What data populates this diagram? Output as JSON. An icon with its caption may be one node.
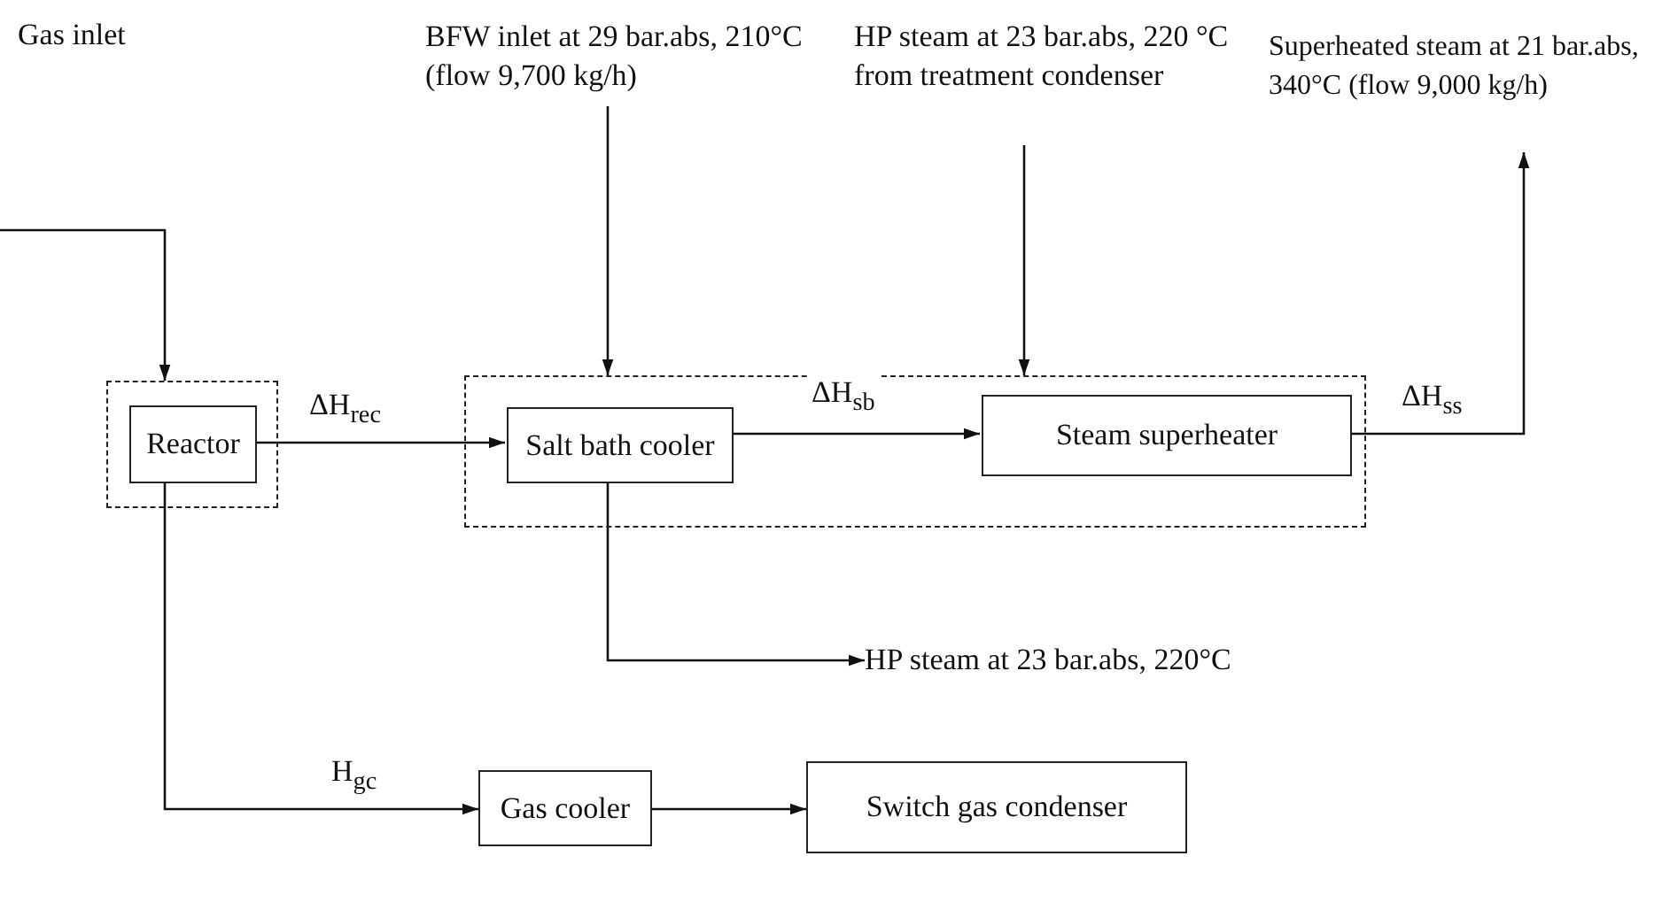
{
  "diagram": {
    "nodes": [
      {
        "text": [
          "BFW inlet at 29 bar.abs, 210°C (flow 9,700 kg/h)"
        ]
      },
      {
        "text": [
          "HP steam at 23 bar.abs, 220 °C from treatment condenser"
        ]
      },
      {
        "text": [
          "Superheated steam at 21 bar.abs, 340°C (flow 9,000 kg/h)"
        ]
      },
      {
        "text": [],
        "shape": "box"
      },
      {
        "text": [
          "Reactor"
        ],
        "in": 3
      },
      {
        "text": [],
        "shape": "box"
      },
      {
        "text": [
          "Salt bath cooler"
        ],
        "in": 5
      },
      {
        "text": [
          "Steam superheater"
        ],
        "in": 5
      },
      {
        "text": [
          "HP steam at 23 bar.abs, 220°C"
        ]
      },
      {
        "text": [
          "Gas cooler"
        ]
      },
      {
        "text": [
          "Switch gas condenser"
        ]
      }
    ],
    "edges": [
      {
        "from": null,
        "to": 3,
        "arrow": "to"
      },
      {
        "from": 0,
        "to": 5,
        "arrow": "to"
      },
      {
        "from": 1,
        "to": 5,
        "arrow": "to"
      },
      {
        "from": 7,
        "to": 2,
        "arrow": "to",
        "label": "ΔH$_{ss}$"
      },
      {
        "from": 4,
        "to": 6,
        "arrow": "to",
        "label": "ΔH$_{rec}$"
      },
      {
        "from": 6,
        "to": 7,
        "arrow": "to",
        "label": "ΔH$_{sb}$"
      },
      {
        "from": 6,
        "to": 8,
        "arrow": "to"
      },
      {
        "from": 4,
        "to": 9,
        "arrow": "to",
        "label": "H$_{gc}$"
      },
      {
        "from": 9,
        "to": 10,
        "arrow": "to"
      }
    ],
    "labels": [
      "Gas inlet"
    ]
  }
}
